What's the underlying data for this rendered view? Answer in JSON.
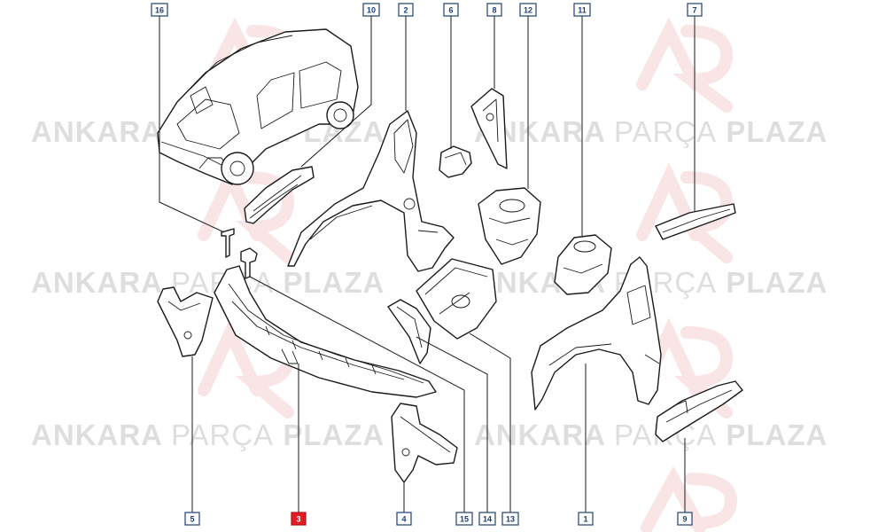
{
  "watermark": {
    "word1": "ANKARA",
    "word2": "PARÇA",
    "word3": "PLAZA"
  },
  "callouts": [
    {
      "id": "16",
      "label": "16",
      "selected": false
    },
    {
      "id": "10",
      "label": "10",
      "selected": false
    },
    {
      "id": "2",
      "label": "2",
      "selected": false
    },
    {
      "id": "6",
      "label": "6",
      "selected": false
    },
    {
      "id": "8",
      "label": "8",
      "selected": false
    },
    {
      "id": "12",
      "label": "12",
      "selected": false
    },
    {
      "id": "11",
      "label": "11",
      "selected": false
    },
    {
      "id": "7",
      "label": "7",
      "selected": false
    },
    {
      "id": "5",
      "label": "5",
      "selected": false
    },
    {
      "id": "3",
      "label": "3",
      "selected": true
    },
    {
      "id": "4",
      "label": "4",
      "selected": false
    },
    {
      "id": "15",
      "label": "15",
      "selected": false
    },
    {
      "id": "14",
      "label": "14",
      "selected": false
    },
    {
      "id": "13",
      "label": "13",
      "selected": false
    },
    {
      "id": "1",
      "label": "1",
      "selected": false
    },
    {
      "id": "9",
      "label": "9",
      "selected": false
    }
  ],
  "colors": {
    "callout_border": "#1f3f73",
    "selected_fill": "#e31b23",
    "watermark_text": "#b8b8b8",
    "watermark_logo": "#e58a8a"
  }
}
